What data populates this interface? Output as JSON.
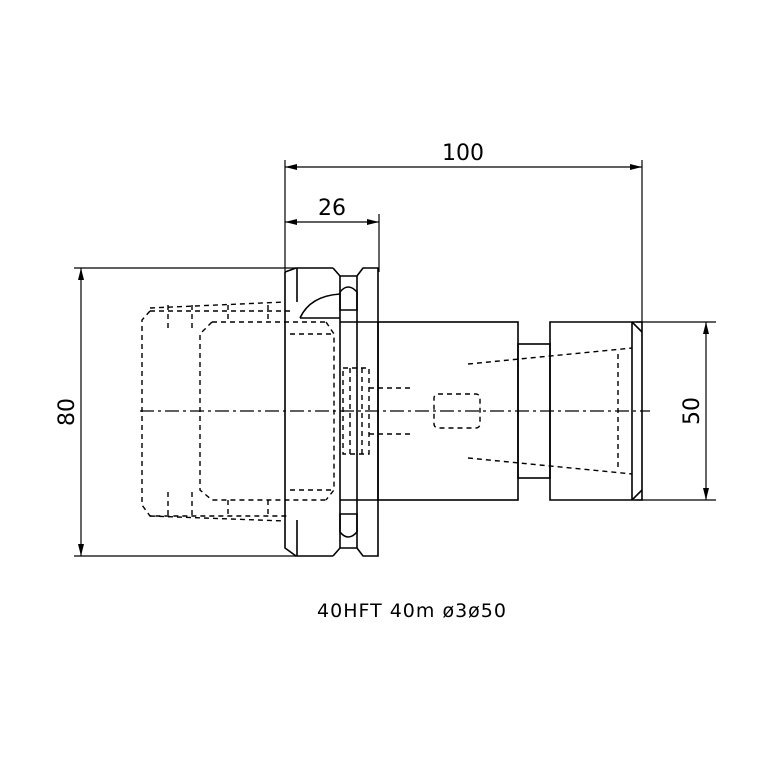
{
  "drawing": {
    "dimensions": {
      "overall_length": "100",
      "flange_length": "26",
      "flange_diameter": "80",
      "nose_diameter": "50"
    },
    "caption": "40HFT 40m ø3ø50"
  }
}
